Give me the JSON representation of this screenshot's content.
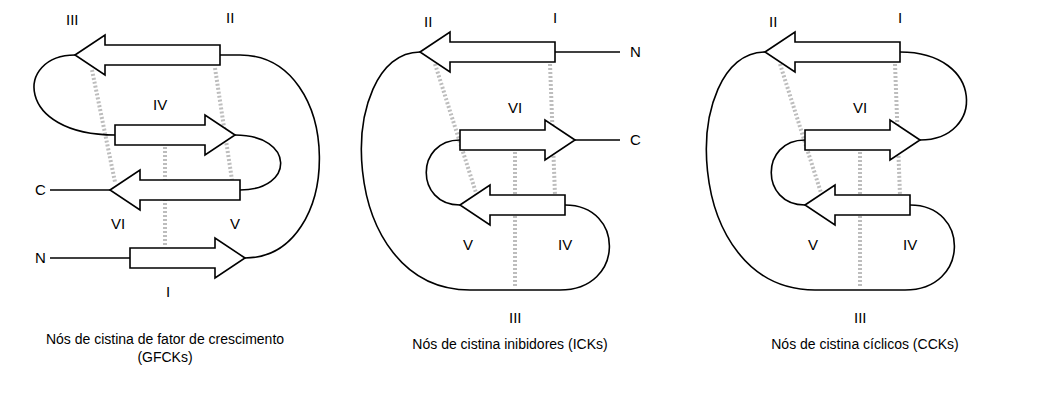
{
  "diagram": {
    "labels": [
      "III",
      "II",
      "IV",
      "C",
      "VI",
      "V",
      "N",
      "I",
      "Nós de cistina de fator de crescimento (GFCKs)",
      "II",
      "I",
      "N",
      "VI",
      "C",
      "V",
      "IV",
      "III",
      "Nós de cistina inibidores (ICKs)",
      "II",
      "I",
      "VI",
      "V",
      "IV",
      "III",
      "Nós de cistina cíclicos (CCKs)"
    ]
  }
}
